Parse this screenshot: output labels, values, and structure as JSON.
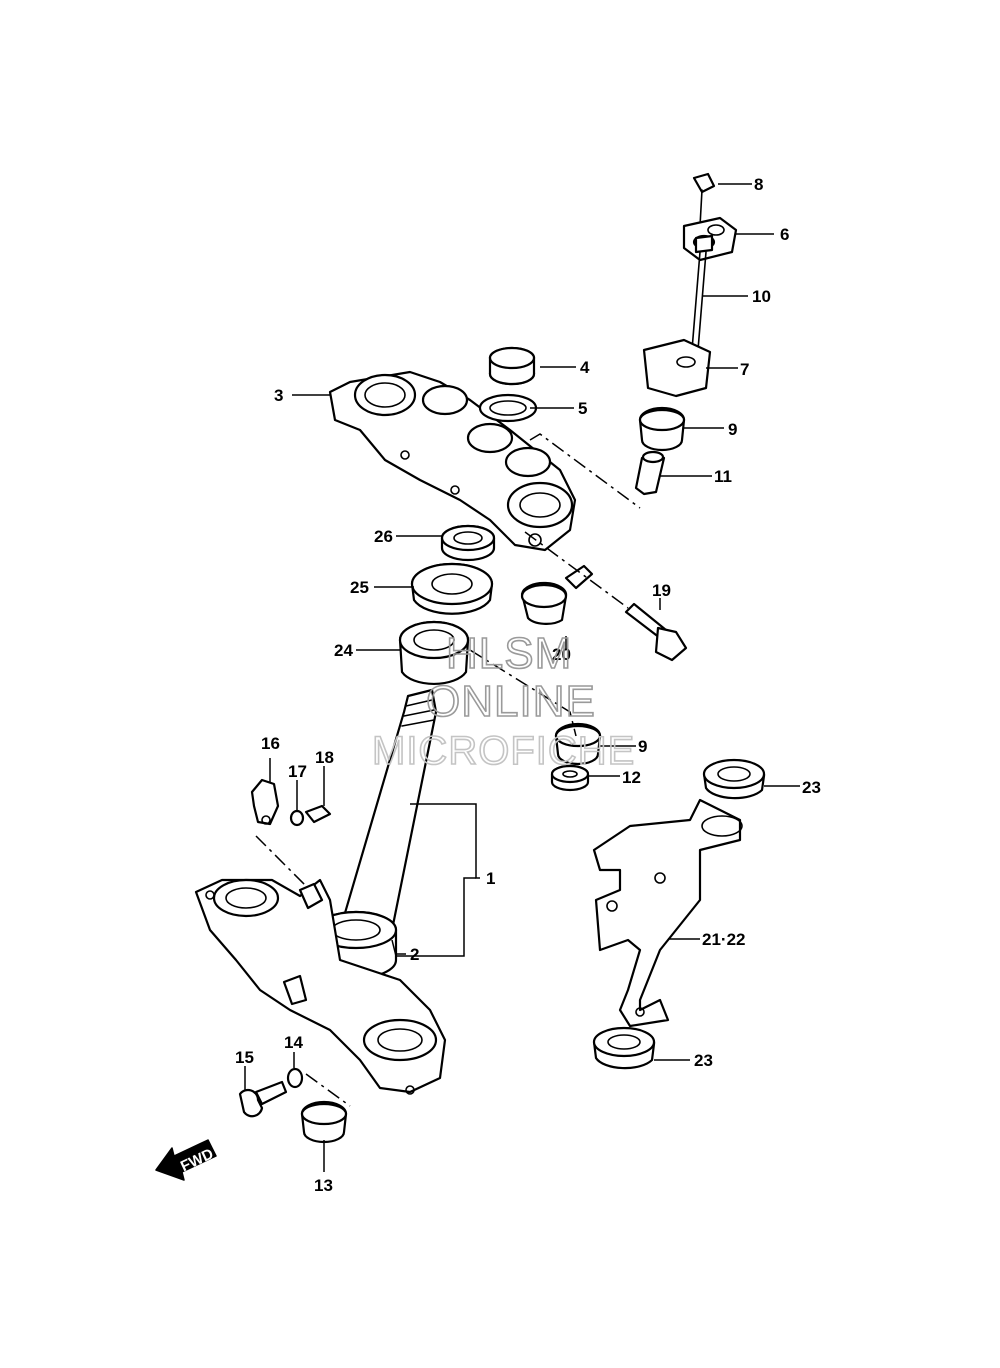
{
  "callouts": {
    "c1": "1",
    "c2": "2",
    "c3": "3",
    "c4": "4",
    "c5": "5",
    "c6": "6",
    "c7": "7",
    "c8": "8",
    "c9a": "9",
    "c9b": "9",
    "c10": "10",
    "c11": "11",
    "c12": "12",
    "c13": "13",
    "c14": "14",
    "c15": "15",
    "c16": "16",
    "c17": "17",
    "c18": "18",
    "c19": "19",
    "c20": "20",
    "c2122": "21·22",
    "c23a": "23",
    "c23b": "23",
    "c24": "24",
    "c25": "25",
    "c26": "26"
  },
  "watermark": {
    "line1": "HLSM",
    "line2": "ONLINE",
    "line3": "MICROFICHE"
  },
  "direction_badge": "FWD",
  "colors": {
    "line": "#000000",
    "background": "#ffffff",
    "watermark": "#9a9a9a"
  }
}
